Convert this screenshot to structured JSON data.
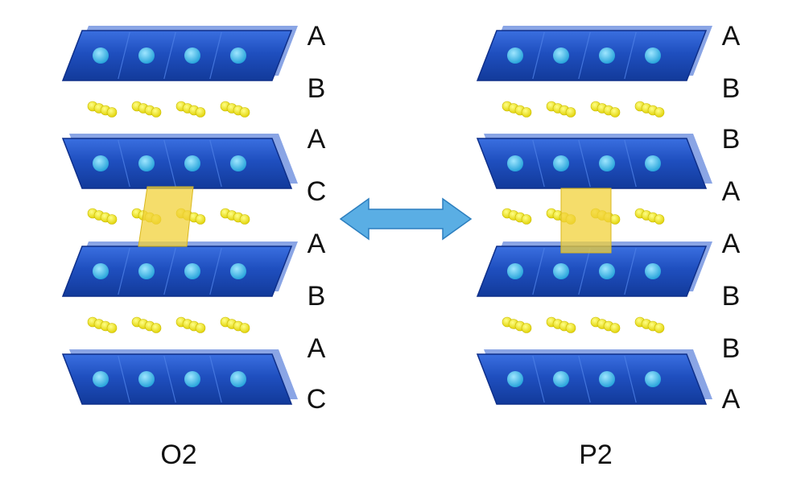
{
  "panels": [
    {
      "id": "o2",
      "caption": "O2",
      "stacking": [
        "A",
        "B",
        "A",
        "C",
        "A",
        "B",
        "A",
        "C"
      ],
      "prism_type": "octahedral"
    },
    {
      "id": "p2",
      "caption": "P2",
      "stacking": [
        "A",
        "B",
        "B",
        "A",
        "A",
        "B",
        "B",
        "A"
      ],
      "prism_type": "prismatic"
    }
  ],
  "structure": {
    "layers_per_panel": 4,
    "ions_per_gap": 4
  },
  "colors": {
    "layer_fill": "#1f4fbf",
    "layer_edge": "#0e2f8a",
    "metal_atom": "#37b6ea",
    "alkali_atom": "#f2ea10",
    "prism_fill": "#f1d23a",
    "arrow_fill": "#5aaee4",
    "arrow_edge": "#2d7fbf"
  }
}
